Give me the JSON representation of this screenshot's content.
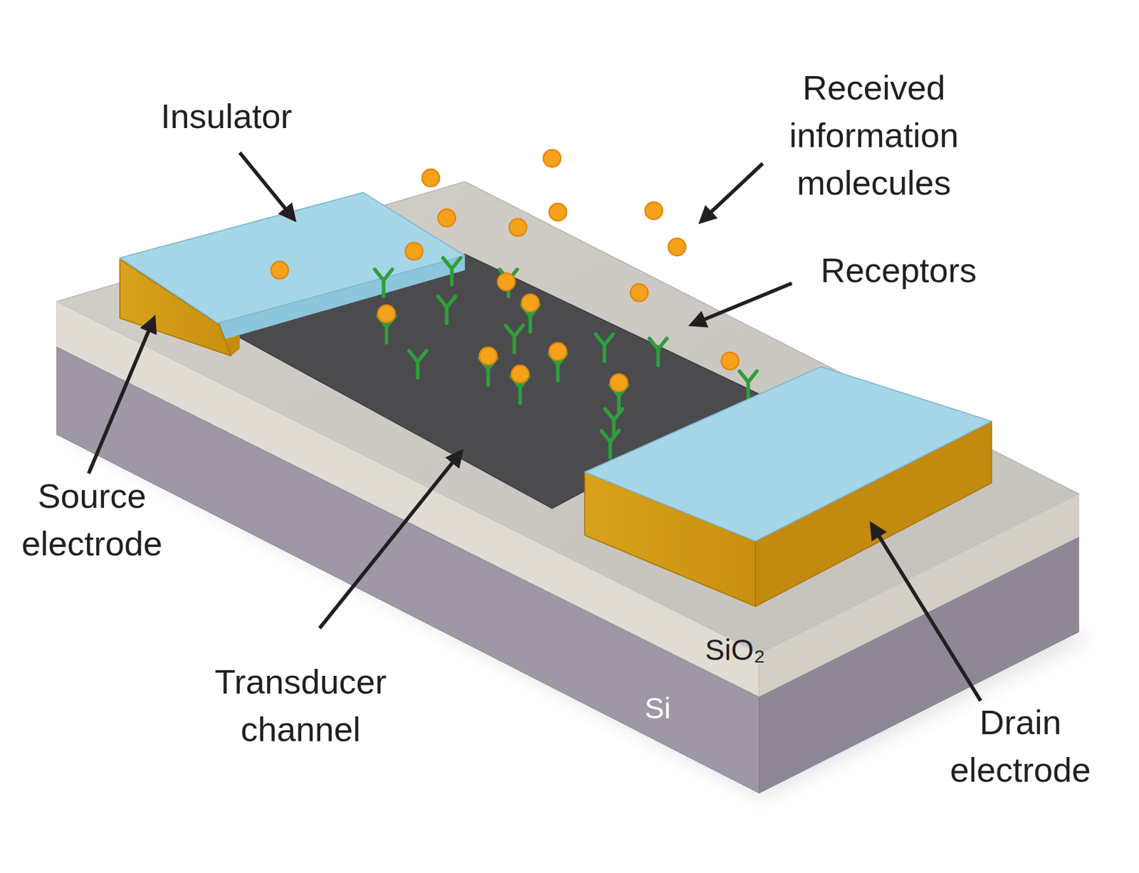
{
  "diagram": {
    "labels": [
      "Insulator",
      "Received information molecules",
      "Receptors",
      "Source electrode",
      "Transducer channel",
      "Drain electrode",
      "SiO₂",
      "Si"
    ]
  }
}
